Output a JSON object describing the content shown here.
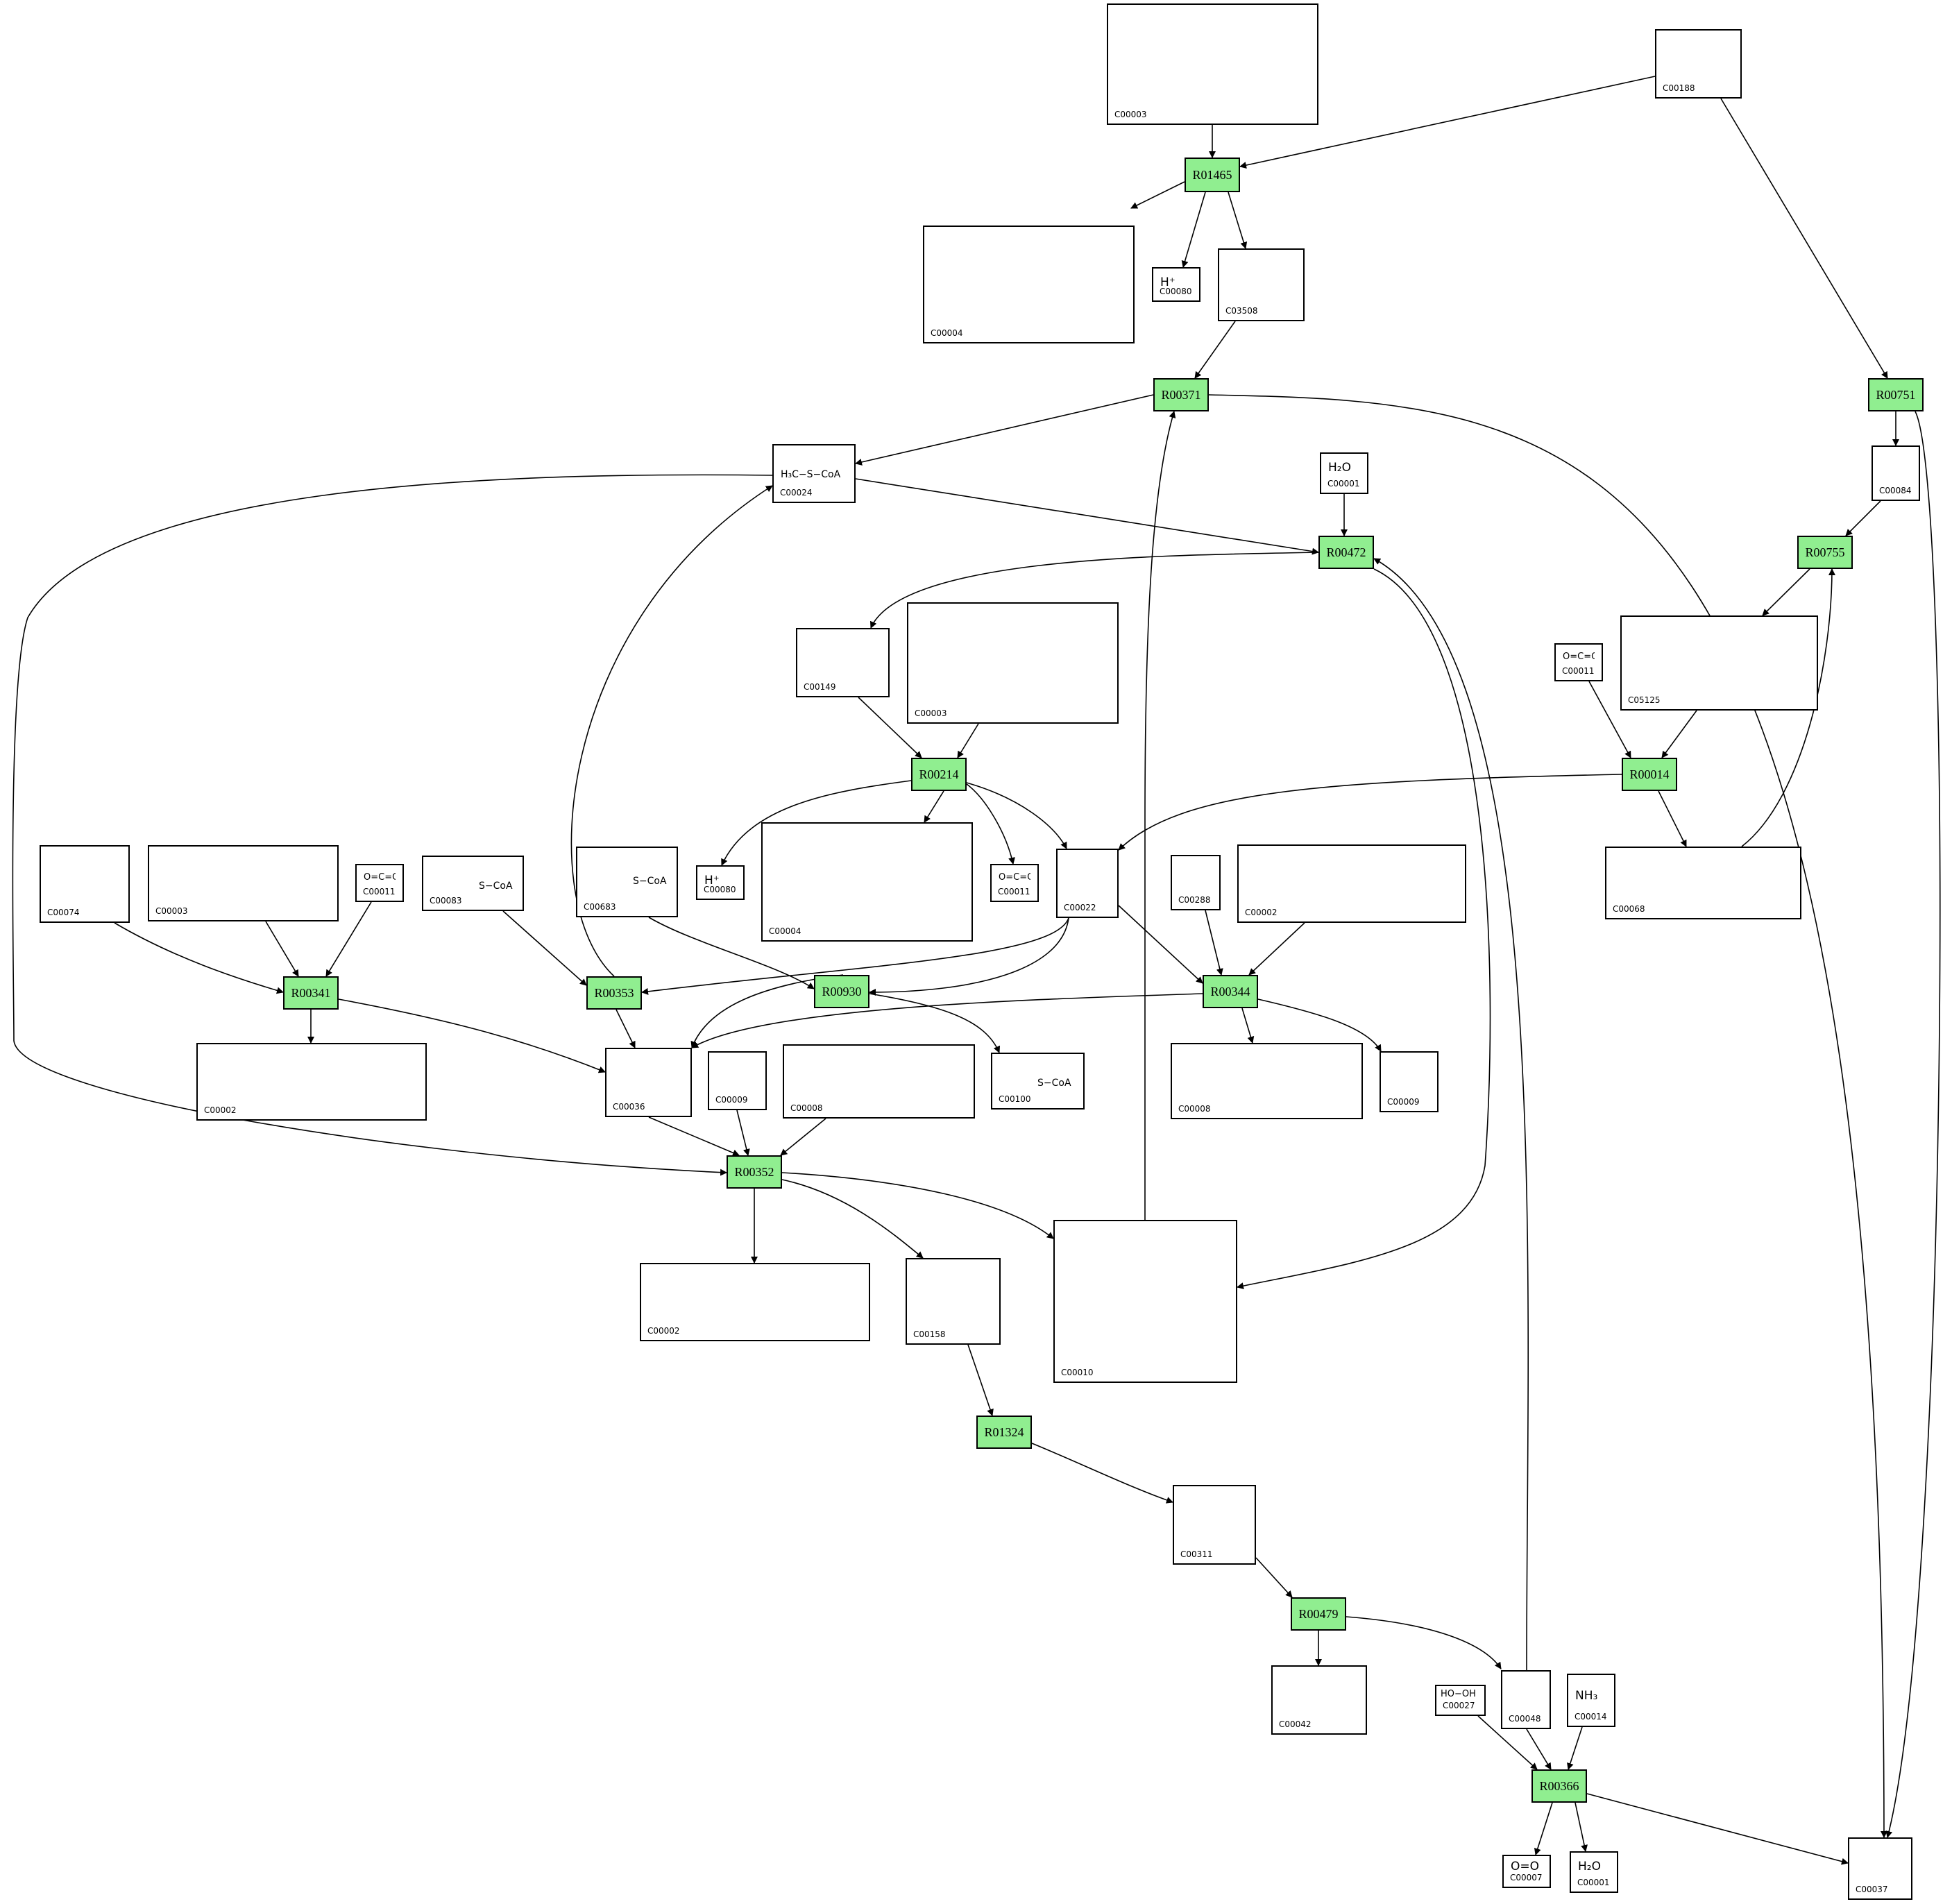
{
  "reactions": {
    "R01465": "R01465",
    "R00751": "R00751",
    "R00371": "R00371",
    "R00472": "R00472",
    "R00755": "R00755",
    "R00214": "R00214",
    "R00014": "R00014",
    "R00341": "R00341",
    "R00353": "R00353",
    "R00930": "R00930",
    "R00344": "R00344",
    "R00352": "R00352",
    "R01324": "R01324",
    "R00479": "R00479",
    "R00366": "R00366"
  },
  "compounds": {
    "c00003_top": {
      "id": "C00003"
    },
    "c00188": {
      "id": "C00188"
    },
    "c00004_top": {
      "id": "C00004"
    },
    "c00080_top": {
      "id": "C00080",
      "formula": "H⁺"
    },
    "c03508": {
      "id": "C03508"
    },
    "c00024": {
      "id": "C00024",
      "formula": "H₃C−S−CoA"
    },
    "c00001_top": {
      "id": "C00001",
      "formula": "H₂O"
    },
    "c00084": {
      "id": "C00084"
    },
    "c00149": {
      "id": "C00149"
    },
    "c00003_mid": {
      "id": "C00003"
    },
    "c00011_mid": {
      "id": "C00011",
      "formula": "O=C=O"
    },
    "c05125": {
      "id": "C05125"
    },
    "c00074": {
      "id": "C00074"
    },
    "c00003_left": {
      "id": "C00003"
    },
    "c00011_left": {
      "id": "C00011",
      "formula": "O=C=O"
    },
    "c00083": {
      "id": "C00083",
      "formula": "S−CoA"
    },
    "c00683": {
      "id": "C00683",
      "formula": "S−CoA"
    },
    "c00080_mid": {
      "id": "C00080",
      "formula": "H⁺"
    },
    "c00004_mid": {
      "id": "C00004"
    },
    "c00011_c": {
      "id": "C00011",
      "formula": "O=C=O"
    },
    "c00022": {
      "id": "C00022"
    },
    "c00288": {
      "id": "C00288"
    },
    "c00002_right": {
      "id": "C00002"
    },
    "c00068": {
      "id": "C00068"
    },
    "c00002_left": {
      "id": "C00002"
    },
    "c00036": {
      "id": "C00036"
    },
    "c00009_left": {
      "id": "C00009"
    },
    "c00008_mid": {
      "id": "C00008"
    },
    "c00100": {
      "id": "C00100",
      "formula": "S−CoA"
    },
    "c00008_right": {
      "id": "C00008"
    },
    "c00009_right": {
      "id": "C00009"
    },
    "c00002_bottom": {
      "id": "C00002"
    },
    "c00158": {
      "id": "C00158"
    },
    "c00010": {
      "id": "C00010"
    },
    "c00311": {
      "id": "C00311"
    },
    "c00042": {
      "id": "C00042"
    },
    "c00027": {
      "id": "C00027",
      "formula": "HO−OH"
    },
    "c00048": {
      "id": "C00048"
    },
    "c00014": {
      "id": "C00014",
      "formula": "NH₃"
    },
    "c00007": {
      "id": "C00007",
      "formula": "O=O"
    },
    "c00001_bottom": {
      "id": "C00001",
      "formula": "H₂O"
    },
    "c00037": {
      "id": "C00037"
    }
  },
  "colors": {
    "reaction_fill": "#90ee90",
    "border": "#000000",
    "edge": "#000000"
  }
}
